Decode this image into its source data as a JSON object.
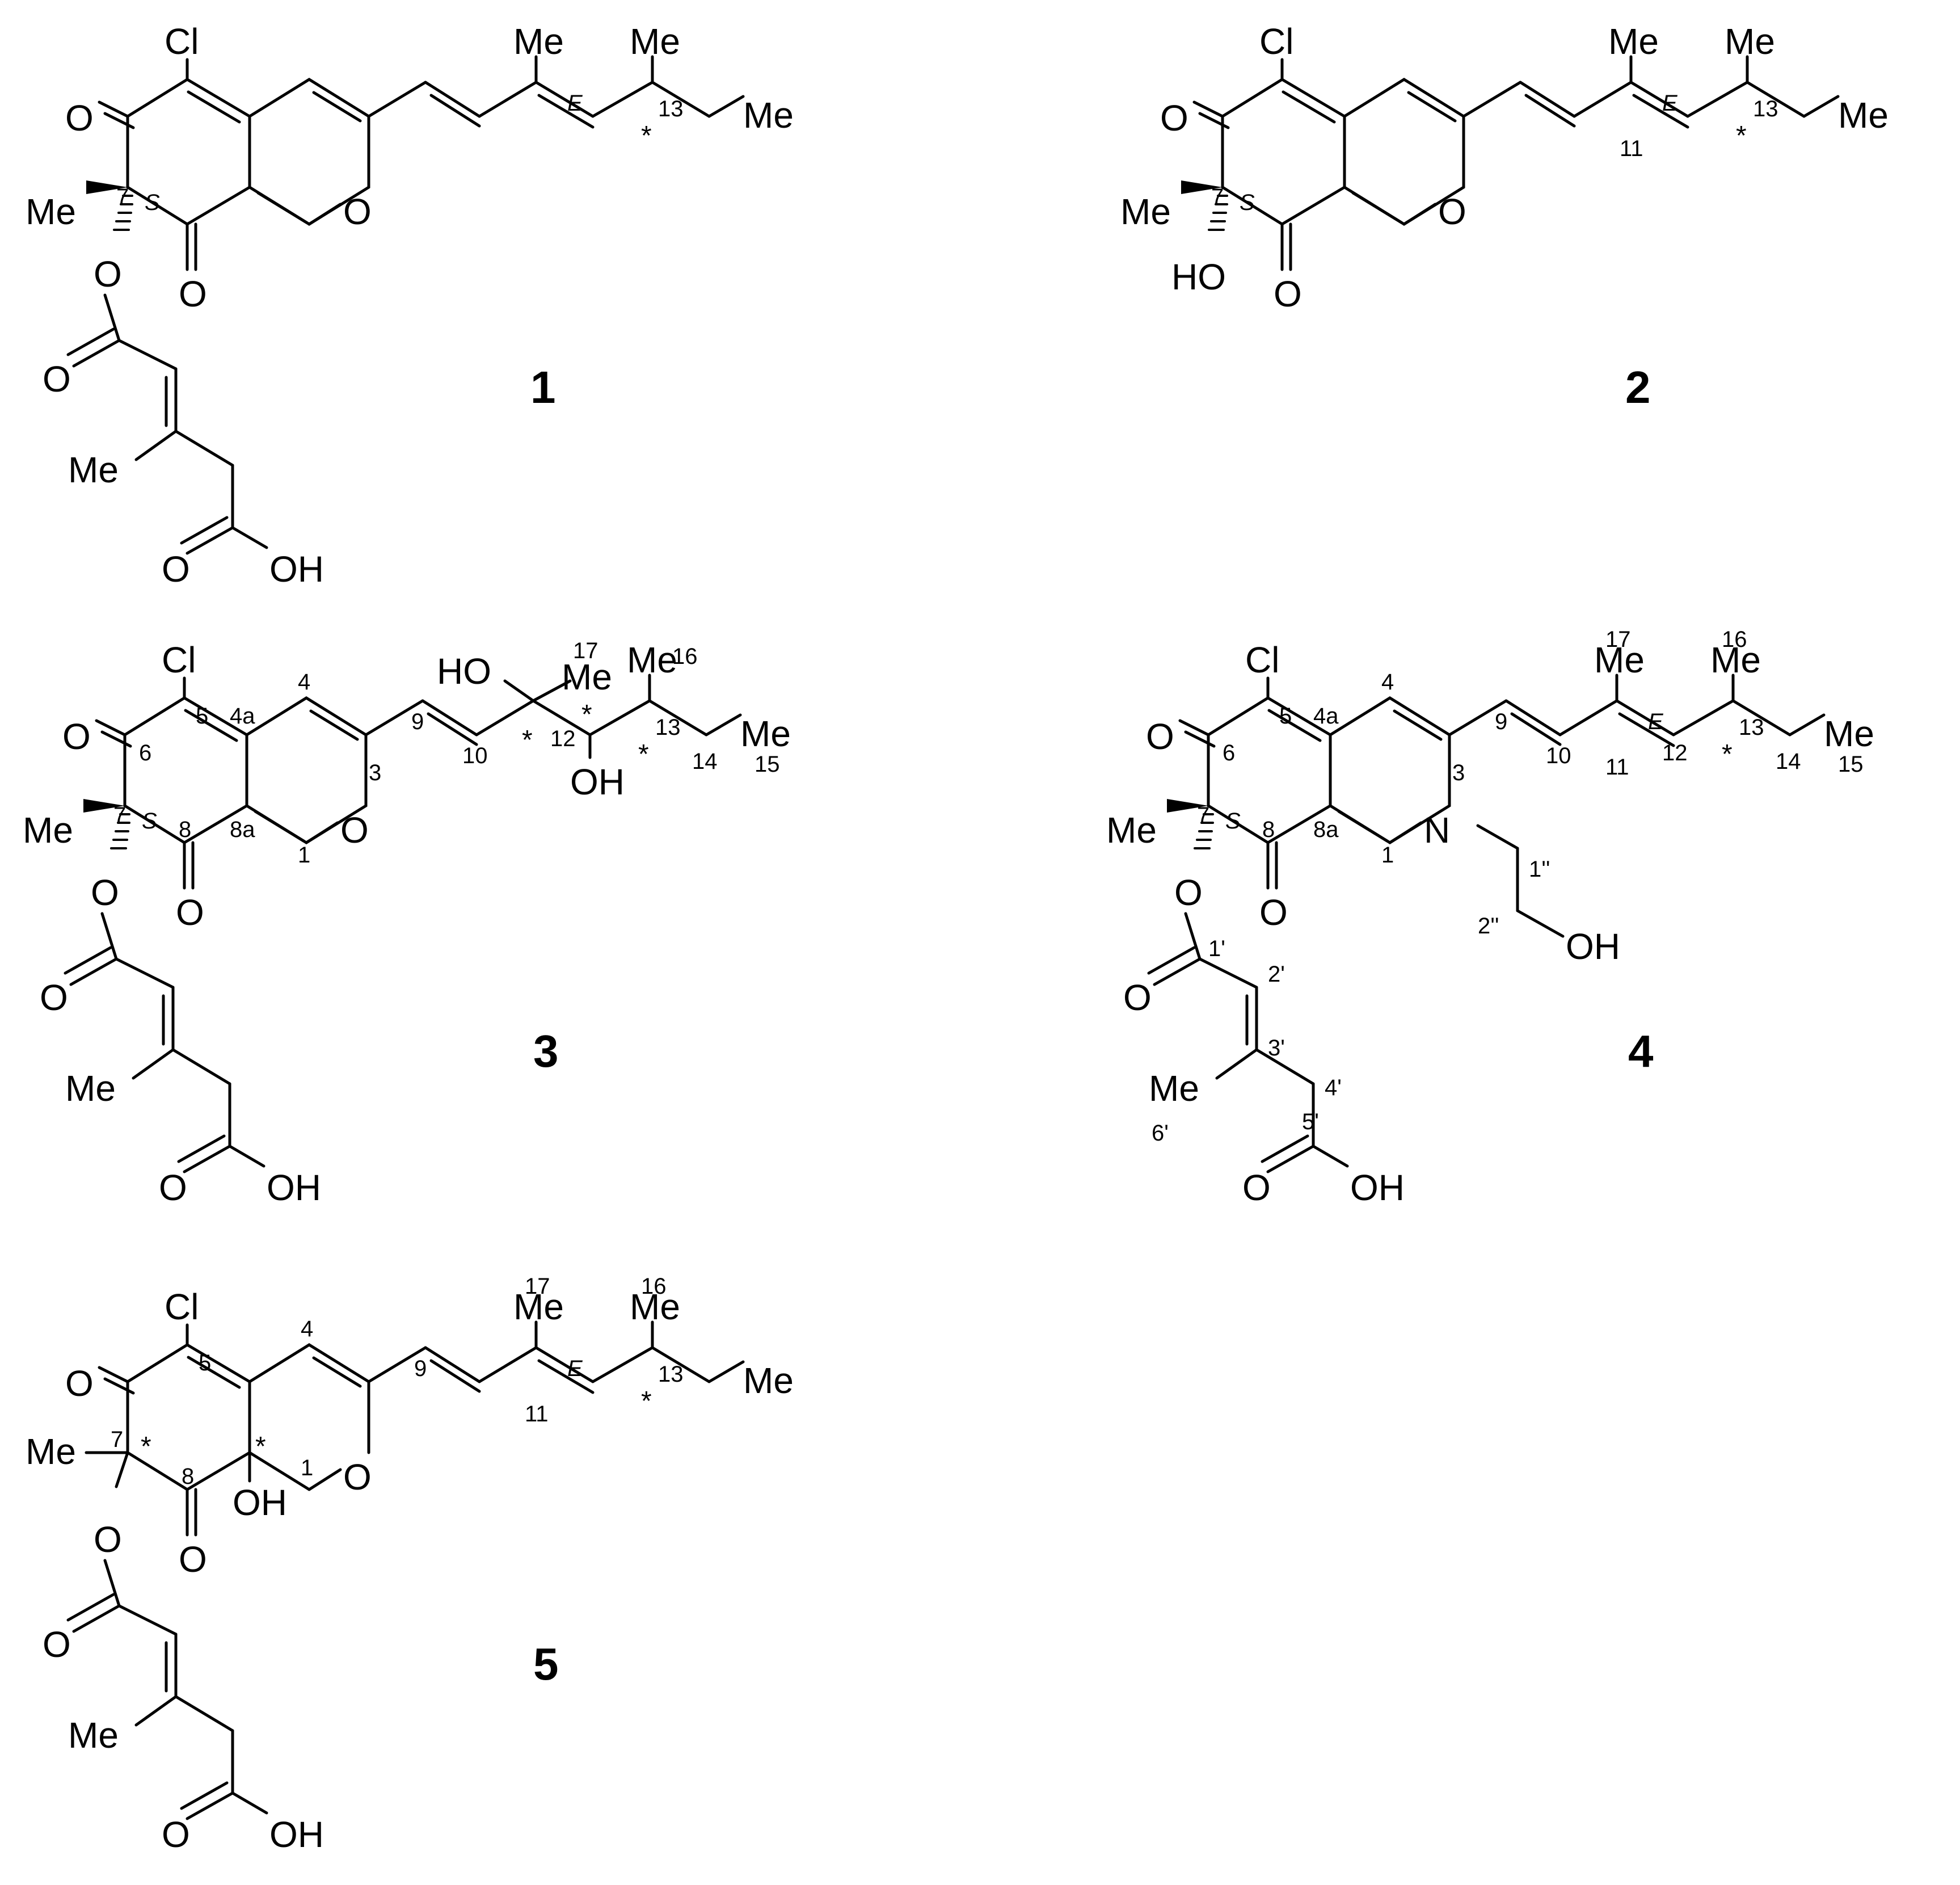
{
  "figure": {
    "compounds": [
      {
        "id": "1",
        "atoms": [
          "Cl",
          "O",
          "O",
          "Me",
          "O",
          "O",
          "Me",
          "Me",
          "Me",
          "O",
          "O",
          "OH",
          "Me"
        ],
        "locants": [
          "7",
          "13"
        ],
        "stereo": [
          "S",
          "E",
          "*"
        ]
      },
      {
        "id": "2",
        "atoms": [
          "Cl",
          "O",
          "O",
          "Me",
          "HO",
          "O",
          "Me",
          "Me",
          "Me"
        ],
        "locants": [
          "7",
          "11",
          "13"
        ],
        "stereo": [
          "S",
          "E",
          "*"
        ]
      },
      {
        "id": "3",
        "atoms": [
          "Cl",
          "O",
          "O",
          "Me",
          "O",
          "O",
          "HO",
          "Me",
          "OH",
          "Me",
          "Me",
          "O",
          "Me",
          "O",
          "OH"
        ],
        "locants": [
          "1",
          "3",
          "4",
          "4a",
          "5",
          "6",
          "7",
          "8",
          "8a",
          "9",
          "10",
          "12",
          "13",
          "14",
          "15",
          "16",
          "17"
        ],
        "stereo": [
          "S",
          "*",
          "*",
          "*"
        ]
      },
      {
        "id": "4",
        "atoms": [
          "Cl",
          "O",
          "O",
          "Me",
          "N",
          "OH",
          "Me",
          "Me",
          "Me",
          "O",
          "O",
          "Me",
          "O",
          "OH"
        ],
        "locants": [
          "1",
          "3",
          "4",
          "4a",
          "5",
          "6",
          "7",
          "8",
          "8a",
          "9",
          "10",
          "11",
          "12",
          "13",
          "14",
          "15",
          "16",
          "17",
          "1''",
          "2''",
          "1'",
          "2'",
          "3'",
          "4'",
          "5'",
          "6'"
        ],
        "stereo": [
          "S",
          "E",
          "*"
        ]
      },
      {
        "id": "5",
        "atoms": [
          "Cl",
          "O",
          "O",
          "Me",
          "OH",
          "O",
          "Me",
          "Me",
          "Me",
          "O",
          "O",
          "Me",
          "O",
          "OH"
        ],
        "locants": [
          "1",
          "4",
          "5",
          "7",
          "8",
          "9",
          "11",
          "13",
          "16",
          "17"
        ],
        "stereo": [
          "*",
          "*",
          "E",
          "*"
        ]
      }
    ]
  }
}
